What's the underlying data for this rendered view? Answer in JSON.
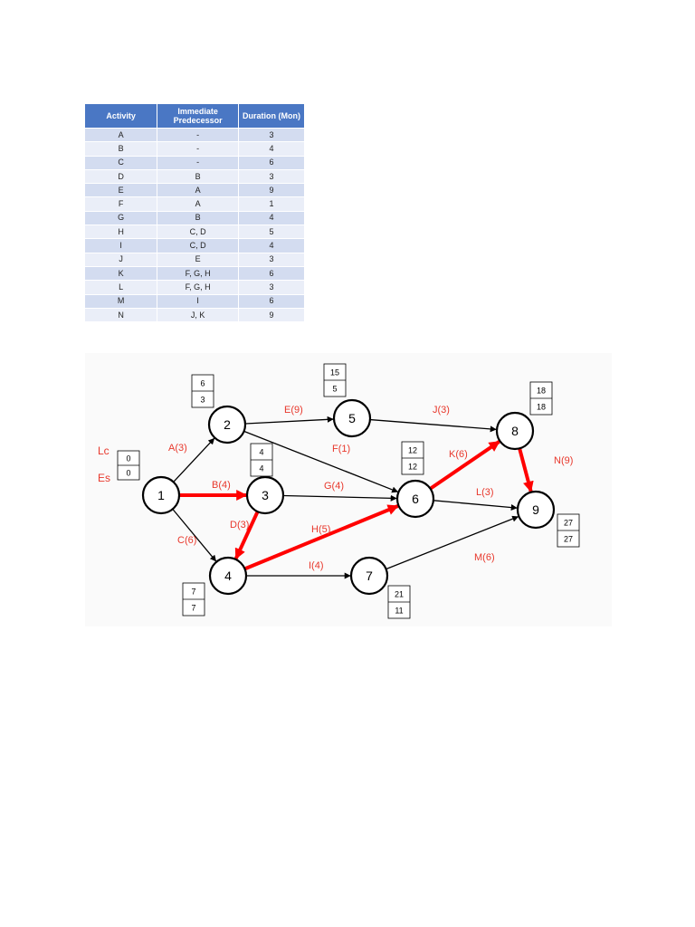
{
  "table": {
    "headers": [
      "Activity",
      "Immediate Predecessor",
      "Duration (Mon)"
    ],
    "rows": [
      [
        "A",
        "-",
        "3"
      ],
      [
        "B",
        "-",
        "4"
      ],
      [
        "C",
        "-",
        "6"
      ],
      [
        "D",
        "B",
        "3"
      ],
      [
        "E",
        "A",
        "9"
      ],
      [
        "F",
        "A",
        "1"
      ],
      [
        "G",
        "B",
        "4"
      ],
      [
        "H",
        "C, D",
        "5"
      ],
      [
        "I",
        "C, D",
        "4"
      ],
      [
        "J",
        "E",
        "3"
      ],
      [
        "K",
        "F, G, H",
        "6"
      ],
      [
        "L",
        "F, G, H",
        "3"
      ],
      [
        "M",
        "I",
        "6"
      ],
      [
        "N",
        "J, K",
        "9"
      ]
    ]
  },
  "network": {
    "legend": {
      "top_label": "Lc",
      "bottom_label": "Es",
      "top_value": "0",
      "bottom_value": "0"
    },
    "nodes": [
      {
        "id": "1",
        "label": "1"
      },
      {
        "id": "2",
        "label": "2",
        "top": "6",
        "bottom": "3"
      },
      {
        "id": "3",
        "label": "3",
        "top": "4",
        "bottom": "4"
      },
      {
        "id": "4",
        "label": "4",
        "top": "7",
        "bottom": "7"
      },
      {
        "id": "5",
        "label": "5",
        "top": "15",
        "bottom": "5"
      },
      {
        "id": "6",
        "label": "6",
        "top": "12",
        "bottom": "12"
      },
      {
        "id": "7",
        "label": "7",
        "top": "21",
        "bottom": "11"
      },
      {
        "id": "8",
        "label": "8",
        "top": "18",
        "bottom": "18"
      },
      {
        "id": "9",
        "label": "9",
        "top": "27",
        "bottom": "27"
      }
    ],
    "edges": [
      {
        "from": "1",
        "to": "2",
        "label": "A(3)",
        "critical": false
      },
      {
        "from": "1",
        "to": "3",
        "label": "B(4)",
        "critical": true
      },
      {
        "from": "1",
        "to": "4",
        "label": "C(6)",
        "critical": false
      },
      {
        "from": "3",
        "to": "4",
        "label": "D(3)",
        "critical": true
      },
      {
        "from": "2",
        "to": "5",
        "label": "E(9)",
        "critical": false
      },
      {
        "from": "2",
        "to": "6",
        "label": "F(1)",
        "critical": false
      },
      {
        "from": "3",
        "to": "6",
        "label": "G(4)",
        "critical": false
      },
      {
        "from": "4",
        "to": "6",
        "label": "H(5)",
        "critical": true
      },
      {
        "from": "4",
        "to": "7",
        "label": "I(4)",
        "critical": false
      },
      {
        "from": "5",
        "to": "8",
        "label": "J(3)",
        "critical": false
      },
      {
        "from": "6",
        "to": "8",
        "label": "K(6)",
        "critical": true
      },
      {
        "from": "6",
        "to": "9",
        "label": "L(3)",
        "critical": false
      },
      {
        "from": "7",
        "to": "9",
        "label": "M(6)",
        "critical": false
      },
      {
        "from": "8",
        "to": "9",
        "label": "N(9)",
        "critical": true
      }
    ],
    "colors": {
      "critical": "#ff0000",
      "normal": "#000000",
      "label": "#e8382c"
    }
  }
}
